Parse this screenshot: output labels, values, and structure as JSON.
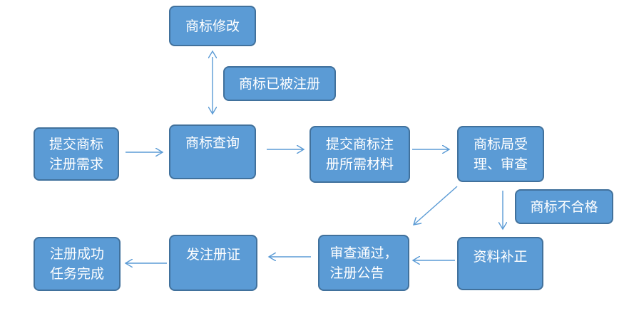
{
  "diagram": {
    "boxes": {
      "trademark_modify": "商标修改",
      "registered_already": "商标已被注册",
      "submit_trademark_need": "提交商标\n注册需求",
      "trademark_search": "商标查询",
      "submit_materials": "提交商标注\n册所需材料",
      "office_accept": "商标局受\n理、审查",
      "nonconforming": "商标不合格",
      "supplement": "资料补正",
      "approved_announce": "审查通过，\n注册公告",
      "issue_certificate": "发注册证",
      "task_complete": "注册成功\n任务完成"
    },
    "colors": {
      "box_fill": "#5b9bd5",
      "box_border": "#41719c",
      "arrow": "#5b9bd5",
      "text": "#ffffff"
    }
  }
}
